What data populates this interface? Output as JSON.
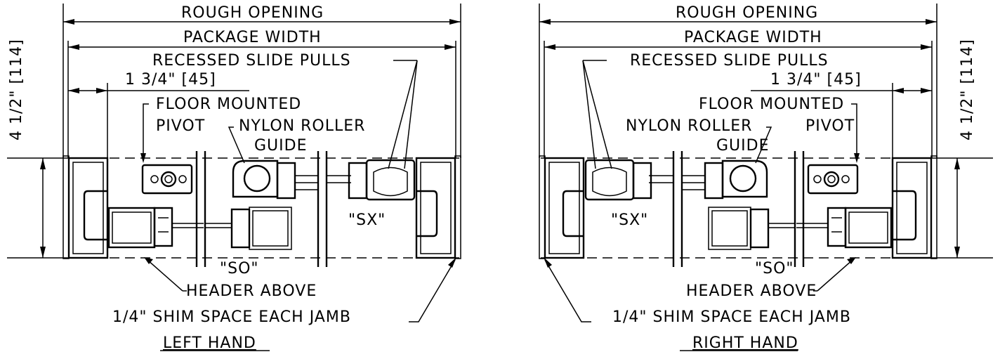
{
  "labels": {
    "rough_opening": "ROUGH OPENING",
    "package_width": "PACKAGE WIDTH",
    "recessed_slide_pulls": "RECESSED SLIDE PULLS",
    "dim_1_3_4": "1 3/4\" [45]",
    "dim_4_1_2": "4 1/2\" [114]",
    "floor_mounted_pivot_1": "FLOOR MOUNTED",
    "floor_mounted_pivot_2": "PIVOT",
    "nylon_roller_1": "NYLON ROLLER",
    "nylon_roller_2": "GUIDE",
    "sx": "\"SX\"",
    "so": "\"SO\"",
    "header_above": "HEADER ABOVE",
    "shim_space": "1/4\" SHIM SPACE EACH JAMB"
  },
  "titles": {
    "left": "LEFT HAND",
    "right": "RIGHT HAND"
  }
}
